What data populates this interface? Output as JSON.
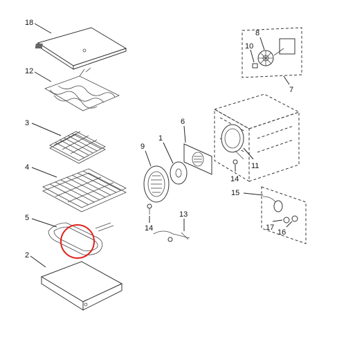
{
  "callouts": {
    "c1": "1",
    "c2": "2",
    "c3": "3",
    "c4": "4",
    "c5": "5",
    "c6": "6",
    "c7": "7",
    "c8": "8",
    "c9": "9",
    "c10": "10",
    "c11": "11",
    "c12": "12",
    "c13": "13",
    "c14a": "14",
    "c14b": "14",
    "c15": "15",
    "c16": "16",
    "c17": "17",
    "c18": "18"
  },
  "highlight_color": "#e0201a"
}
